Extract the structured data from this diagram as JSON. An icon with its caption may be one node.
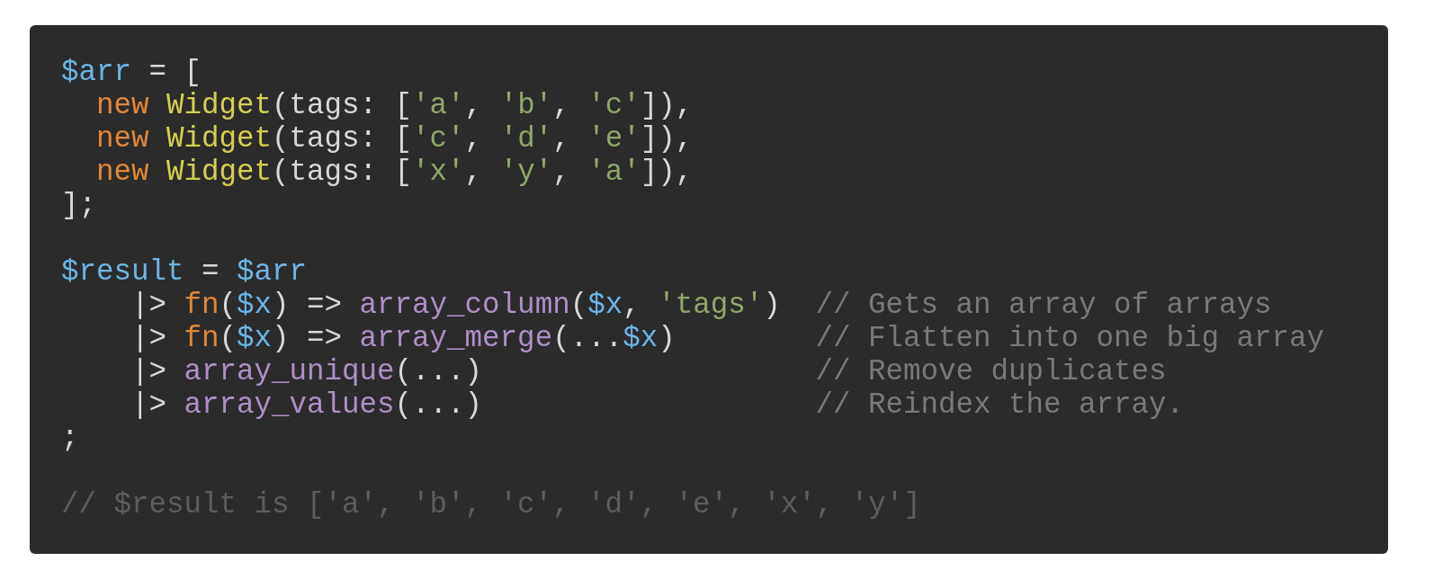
{
  "diagram": {
    "labels": [
      "$arr = [",
      "new Widget(tags: ['a', 'b', 'c']),",
      "new Widget(tags: ['c', 'd', 'e']),",
      "new Widget(tags: ['x', 'y', 'a']),",
      "];",
      "$result = $arr",
      "|> fn($x) => array_column($x, 'tags')",
      "// Gets an array of arrays",
      "|> fn($x) => array_merge(...$x)",
      "// Flatten into one big array",
      "|> array_unique(...)",
      "// Remove duplicates",
      "|> array_values(...)",
      "// Reindex the array.",
      ";",
      "// $result is ['a', 'b', 'c', 'd', 'e', 'x', 'y']"
    ]
  }
}
